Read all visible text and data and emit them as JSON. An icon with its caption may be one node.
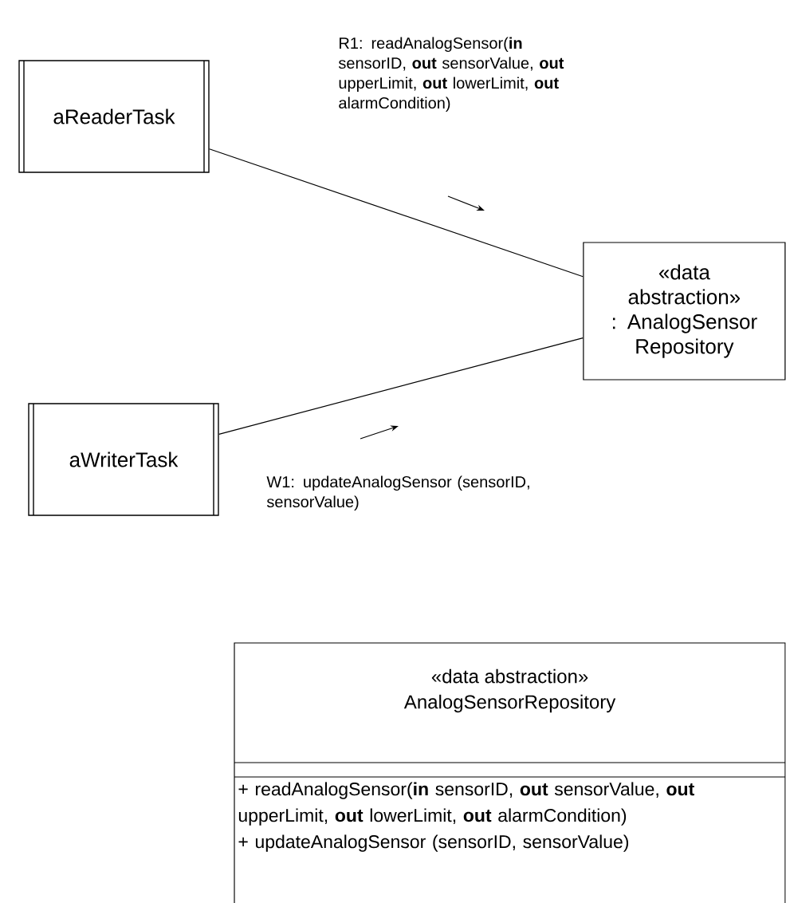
{
  "diagram": {
    "nodes": [
      {
        "text": [
          "aReaderTask"
        ]
      },
      {
        "text": [
          "aWriterTask"
        ]
      },
      {
        "text": [
          "«data abstraction»",
          ": AnalogSensor Repository"
        ]
      },
      {
        "text": [
          "«data abstraction»",
          "AnalogSensorRepository",
          "+ readAnalogSensor(**in** sensorID, **out** sensorValue, **out** upperLimit, **out** lowerLimit, **out** alarmCondition)",
          "+ updateAnalogSensor (sensorID, sensorValue)"
        ]
      }
    ],
    "edges": [
      {
        "from": 0,
        "to": 2,
        "arrow": "none",
        "label": "R1: readAnalogSensor(**in** sensorID, **out** sensorValue, **out** upperLimit, **out** lowerLimit, **out** alarmCondition)"
      },
      {
        "from": 1,
        "to": 2,
        "arrow": "none",
        "label": "W1: updateAnalogSensor (sensorID, sensorValue)"
      }
    ]
  }
}
